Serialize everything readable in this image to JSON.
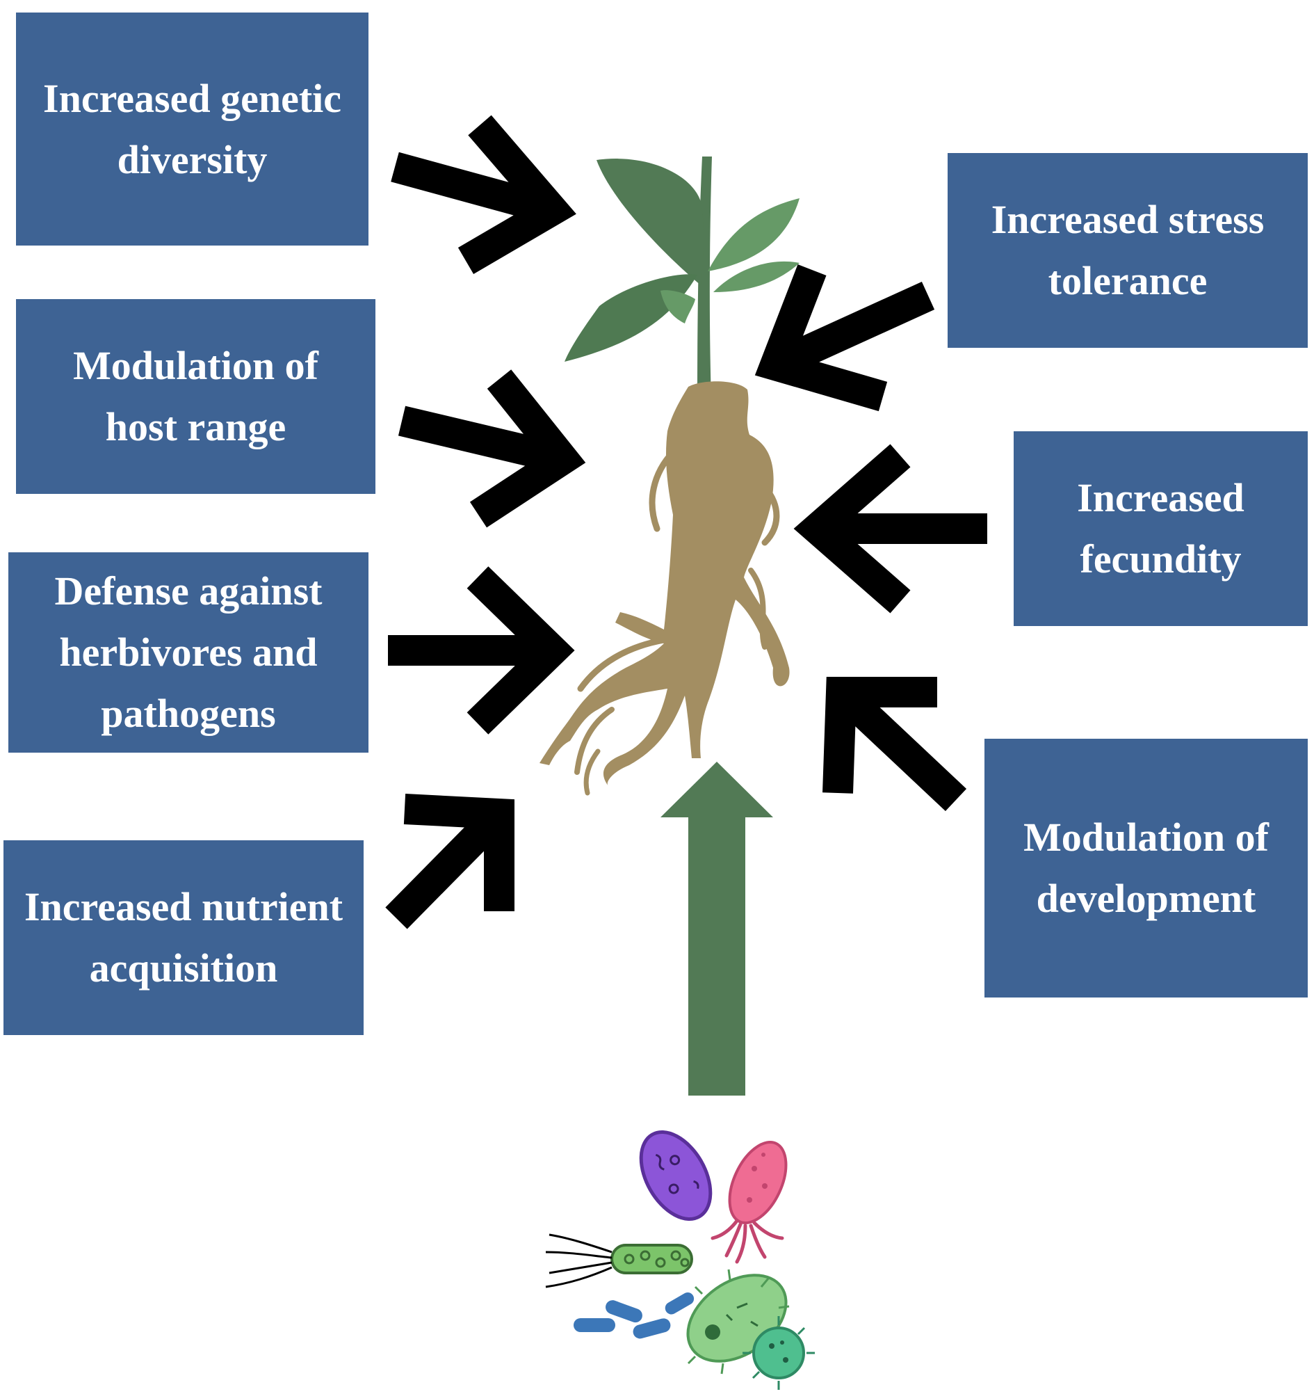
{
  "colors": {
    "box_fill": "#3e6394",
    "box_text": "#ffffff",
    "arrow_black": "#000000",
    "arrow_green": "#527a55",
    "leaf_dark": "#527a55",
    "leaf_light": "#669a67",
    "root": "#a38e62"
  },
  "boxes": {
    "genetic_diversity": {
      "line1": "Increased genetic",
      "line2": "diversity"
    },
    "host_range": {
      "line1": "Modulation of",
      "line2": "host range"
    },
    "defense": {
      "line1": "Defense against",
      "line2": "herbivores and",
      "line3": "pathogens"
    },
    "nutrient": {
      "line1": "Increased nutrient",
      "line2": "acquisition"
    },
    "stress": {
      "line1": "Increased stress",
      "line2": "tolerance"
    },
    "fecundity": {
      "line1": "Increased",
      "line2": "fecundity"
    },
    "development": {
      "line1": "Modulation of",
      "line2": "development"
    }
  },
  "icons": {
    "plant": "ginseng-plant-icon",
    "microbes": "soil-microbes-icon"
  }
}
